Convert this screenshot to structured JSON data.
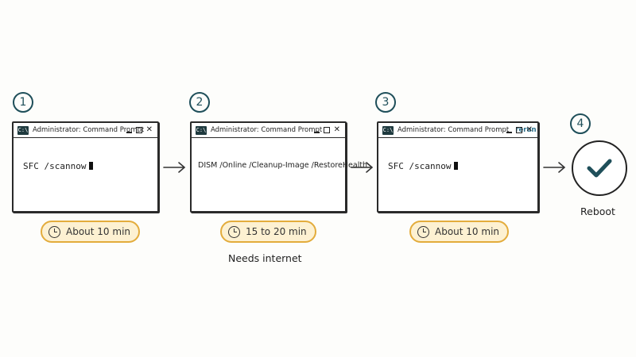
{
  "steps": [
    {
      "number": "1",
      "window_title": "Administrator: Command Prompt",
      "command": "SFC /scannow",
      "duration": "About 10 min"
    },
    {
      "number": "2",
      "window_title": "Administrator: Command Prompt",
      "command": "DISM /Online /Cleanup-Image /RestoreHealth",
      "duration": "15 to 20 min",
      "note": "Needs internet"
    },
    {
      "number": "3",
      "window_title": "Administrator: Command Prompt",
      "tag": "rerun",
      "command": "SFC /scannow",
      "duration": "About 10 min"
    },
    {
      "number": "4",
      "label": "Reboot"
    }
  ],
  "window_controls": {
    "close": "✕"
  },
  "icons": {
    "cmd_icon_text": "C:\\",
    "clock": "clock-icon",
    "check": "check-icon"
  },
  "colors": {
    "accent": "#1f4f5a",
    "badge_border": "#e3ac3c",
    "badge_fill": "#fdf1d2",
    "rerun": "#2a6f8a"
  }
}
